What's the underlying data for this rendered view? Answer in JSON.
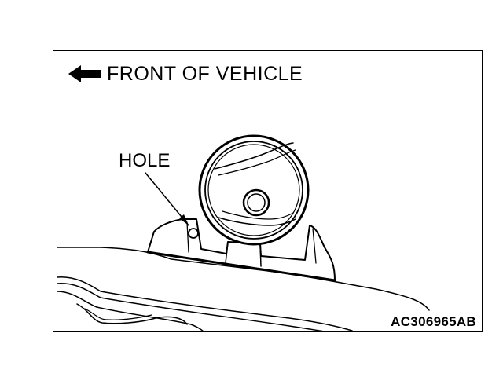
{
  "figure": {
    "direction_text": "FRONT OF VEHICLE",
    "hole_label": "HOLE",
    "figure_code": "AC306965AB",
    "arrow_icon": "arrow-left-icon"
  }
}
